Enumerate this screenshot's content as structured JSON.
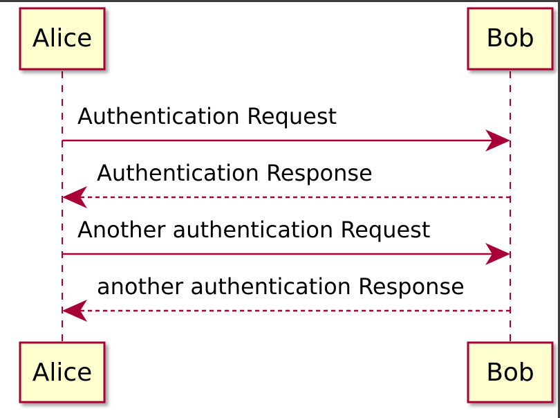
{
  "colors": {
    "participant_fill": "#FEFECE",
    "participant_border": "#A80036",
    "lifeline": "#A80036",
    "arrow": "#A80036",
    "text": "#000000",
    "window_edge": "#3c3c3c"
  },
  "participants": {
    "alice": {
      "label": "Alice"
    },
    "bob": {
      "label": "Bob"
    }
  },
  "messages": [
    {
      "label": "Authentication Request",
      "from": "Alice",
      "to": "Bob",
      "style": "solid"
    },
    {
      "label": "Authentication Response",
      "from": "Bob",
      "to": "Alice",
      "style": "dashed"
    },
    {
      "label": "Another authentication Request",
      "from": "Alice",
      "to": "Bob",
      "style": "solid"
    },
    {
      "label": "another authentication Response",
      "from": "Bob",
      "to": "Alice",
      "style": "dashed"
    }
  ]
}
